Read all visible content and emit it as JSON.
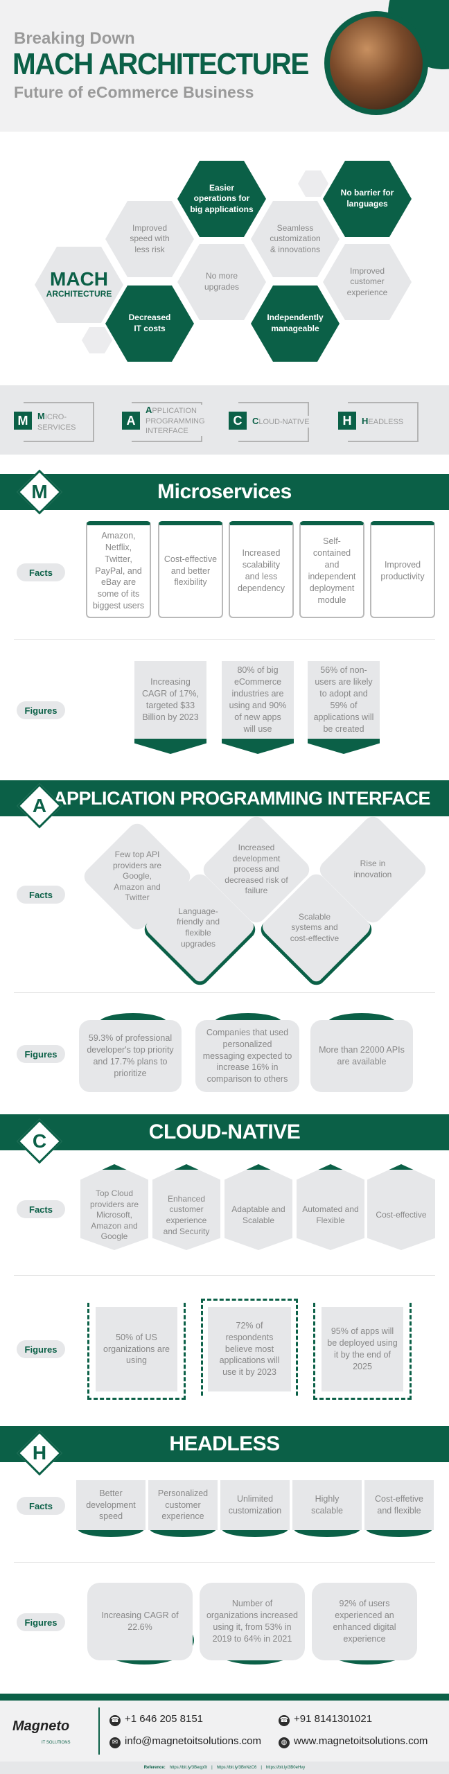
{
  "header": {
    "line1": "Breaking Down",
    "title": "MACH ARCHITECTURE",
    "subtitle": "Future of eCommerce Business"
  },
  "hexes": {
    "center": [
      "MACH",
      "ARCHITECTURE"
    ],
    "items": [
      "Improved speed with less risk",
      "Easier operations for big applications",
      "Seamless customization & innovations",
      "No barrier for languages",
      "No more upgrades",
      "Improved customer experience",
      "Decreased IT costs",
      "Independently manageable"
    ]
  },
  "legend": [
    {
      "letter": "M",
      "first": "M",
      "rest": "ICRO-",
      "line2": "SERVICES"
    },
    {
      "letter": "A",
      "first": "A",
      "rest": "PPLICATION",
      "line2": "PROGRAMMING",
      "line3": "INTERFACE"
    },
    {
      "letter": "C",
      "first": "C",
      "rest": "LOUD-NATIVE"
    },
    {
      "letter": "H",
      "first": "H",
      "rest": "EADLESS"
    }
  ],
  "labels": {
    "facts": "Facts",
    "figures": "Figures"
  },
  "sections": {
    "m": {
      "letter": "M",
      "title": "Microservices",
      "facts": [
        "Amazon, Netflix, Twitter, PayPal, and eBay are some of its biggest users",
        "Cost-effective and better flexibility",
        "Increased scalability and less dependency",
        "Self-contained and independent deployment module",
        "Improved productivity"
      ],
      "figures": [
        "Increasing CAGR of 17%, targeted $33 Billion by 2023",
        "80% of big eCommerce industries are using and 90% of new apps will use",
        "56% of non-users are likely to adopt and 59% of applications will be created"
      ]
    },
    "a": {
      "letter": "A",
      "title": "APPLICATION PROGRAMMING INTERFACE",
      "facts": [
        "Few top API providers are Google, Amazon and Twitter",
        "Increased development process and decreased risk of failure",
        "Rise in innovation",
        "Language-friendly and flexible upgrades",
        "Scalable systems and cost-effective"
      ],
      "figures": [
        "59.3% of professional developer's top priority and 17.7% plans to prioritize",
        "Companies that used personalized messaging expected to increase 16% in comparison to others",
        "More than 22000 APIs are available"
      ]
    },
    "c": {
      "letter": "C",
      "title": "CLOUD-NATIVE",
      "facts": [
        "Top Cloud providers are Microsoft, Amazon and Google",
        "Enhanced customer experience and Security",
        "Adaptable and Scalable",
        "Automated and Flexible",
        "Cost-effective"
      ],
      "figures": [
        "50% of US organizations are using",
        "72% of respondents believe most applications will use it by 2023",
        "95% of apps will be deployed using it by the end of 2025"
      ]
    },
    "h": {
      "letter": "H",
      "title": "HEADLESS",
      "facts": [
        "Better development speed",
        "Personalized customer experience",
        "Unlimited customization",
        "Highly scalable",
        "Cost-effetive and flexible"
      ],
      "figures": [
        "Increasing CAGR of 22.6%",
        "Number of organizations increased using it, from 53% in 2019 to 64% in 2021",
        "92% of users experienced an enhanced digital experience"
      ]
    }
  },
  "footer": {
    "logo": "Magneto",
    "logo_sub": "IT SOLUTIONS",
    "phone1": "+1 646 205 8151",
    "phone2": "+91 8141301021",
    "email": "info@magnetoitsolutions.com",
    "website": "www.magnetoitsolutions.com",
    "reference_label": "Reference:",
    "references": [
      "https://bit.ly/3Beqp0t",
      "https://bit.ly/3BnNzC6",
      "https://bit.ly/3B0eHvy"
    ]
  },
  "colors": {
    "brand_green": "#0b6047",
    "light_gray": "#e6e7e9",
    "text_gray": "#888888"
  },
  "icons": {
    "phone": "phone-icon",
    "email": "email-icon",
    "globe": "globe-icon"
  }
}
